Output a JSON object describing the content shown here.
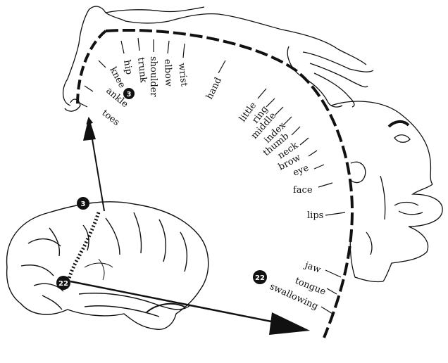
{
  "colors": {
    "ink": "#111111",
    "paper": "#ffffff",
    "badge": "#111111"
  },
  "markers": {
    "upper": "3",
    "lower": "22"
  },
  "labels": {
    "toes": "toes",
    "ankle": "ankle",
    "knee": "knee",
    "hip": "hip",
    "trunk": "trunk",
    "shoulder": "shoulder",
    "elbow": "elbow",
    "wrist": "wrist",
    "hand": "hand",
    "little": "little",
    "ring": "ring",
    "middle": "middle",
    "index": "index",
    "thumb": "thumb",
    "neck": "neck",
    "brow": "brow",
    "eye": "eye",
    "face": "face",
    "lips": "lips",
    "jaw": "jaw",
    "tongue": "tongue",
    "swallowing": "swallowing"
  },
  "icons": [
    "brain-illustration",
    "homunculus-figure",
    "arrow-up-icon",
    "arrow-right-icon"
  ]
}
